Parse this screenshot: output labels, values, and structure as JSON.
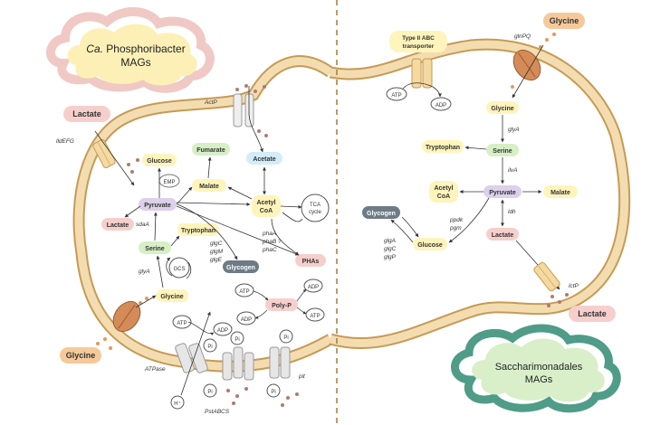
{
  "left_cell": {
    "name_italic": "Ca.",
    "name_rest": " Phosphoribacter",
    "name_line2": "MAGs",
    "external": {
      "lactate": "Lactate",
      "glycine": "Glycine"
    },
    "transporters": {
      "lldEFG": "lldEFG",
      "actP": "ActP",
      "atpase": "ATPase",
      "pstABCS": "PstABCS",
      "pit": "pit"
    },
    "metabolites": {
      "glucose": "Glucose",
      "fumarate": "Fumarate",
      "acetate": "Acetate",
      "emp": "EMP",
      "malate": "Malate",
      "pyruvate": "Pyruvate",
      "acetyl_coa_1": "Acetyl",
      "acetyl_coa_2": "CoA",
      "tca_1": "TCA",
      "tca_2": "cycle",
      "lactate": "Lactate",
      "tryptophan": "Tryptophan",
      "serine": "Serine",
      "gcs": "GCS",
      "glycine": "Glycine",
      "glycogen": "Glycogen",
      "phas": "PHAs",
      "polyp": "Poly-P",
      "atp": "ATP",
      "adp": "ADP",
      "pi": "Pi",
      "h": "H⁺"
    },
    "genes": {
      "sdaA": "sdaA",
      "glyA": "glyA",
      "glgC": "glgC",
      "glgM": "glgM",
      "glgE": "glgE",
      "phaA": "phaA",
      "phaB": "phaB ?",
      "phaC": "phaC"
    }
  },
  "right_cell": {
    "name_line1": "Saccharimonadales",
    "name_line2": "MAGs",
    "transporter_title_1": "Type II ABC",
    "transporter_title_2": "transporter",
    "external": {
      "glycine": "Glycine",
      "lactate": "Lactate"
    },
    "transporters": {
      "glnPQ": "glnPQ",
      "lctP": "lctP"
    },
    "metabolites": {
      "atp": "ATP",
      "adp": "ADP",
      "glycine": "Glycine",
      "tryptophan": "Tryptophan",
      "serine": "Serine",
      "acetyl_coa_1": "Acetyl",
      "acetyl_coa_2": "CoA",
      "pyruvate": "Pyruvate",
      "malate": "Malate",
      "glycogen": "Glycogen",
      "glucose": "Glucose",
      "lactate": "Lactate"
    },
    "genes": {
      "glyA": "glyA",
      "ilvA": "ilvA",
      "ldh": "ldh",
      "ppdk": "ppdk",
      "pgm": "pgm",
      "glgA": "glgA",
      "glgC": "glgC",
      "glgP": "glgP"
    }
  },
  "colors": {
    "membrane": "#f3ddb0",
    "membrane_edge": "#c79a55",
    "yellow": "#fff4bb",
    "green": "#d6efc5",
    "pink": "#f6cfcc",
    "blue": "#d3ecf7",
    "dark": "#6e7b86",
    "purple": "#dcd0ea",
    "orange": "#f6c99a",
    "dot": "#b07a70"
  }
}
